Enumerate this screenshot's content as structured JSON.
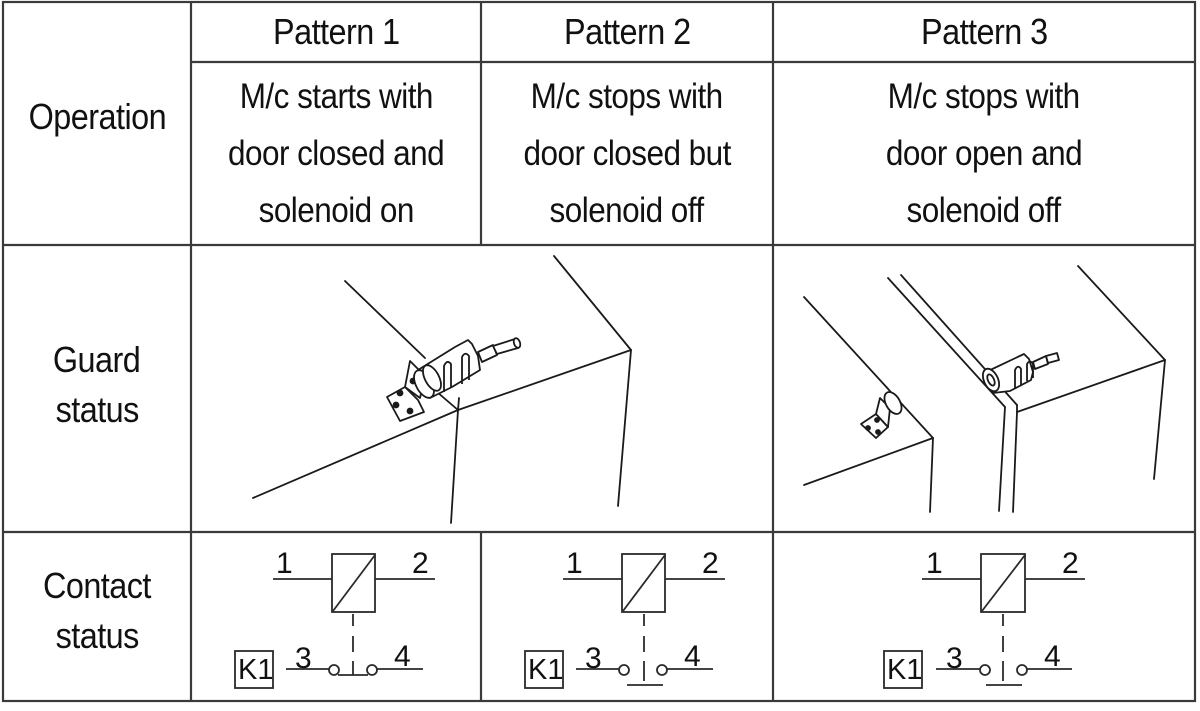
{
  "table": {
    "row_labels": {
      "operation": [
        "Operation"
      ],
      "guard_status": [
        "Guard",
        "status"
      ],
      "contact_status": [
        "Contact",
        "status"
      ]
    },
    "patterns": [
      {
        "header": "Pattern 1",
        "operation": [
          "M/c starts with",
          "door closed and",
          "solenoid on"
        ],
        "guard": "door closed, solenoid lock engaged",
        "contact": {
          "coil_pins": [
            "1",
            "2"
          ],
          "contact_pins": [
            "3",
            "4"
          ],
          "relay": "K1",
          "contact_state": "closed"
        }
      },
      {
        "header": "Pattern 2",
        "operation": [
          "M/c stops with",
          "door closed but",
          "solenoid off"
        ],
        "guard": "door closed, solenoid lock released",
        "contact": {
          "coil_pins": [
            "1",
            "2"
          ],
          "contact_pins": [
            "3",
            "4"
          ],
          "relay": "K1",
          "contact_state": "open"
        }
      },
      {
        "header": "Pattern 3",
        "operation": [
          "M/c stops with",
          "door open and",
          "solenoid off"
        ],
        "guard": "door open, solenoid lock released",
        "contact": {
          "coil_pins": [
            "1",
            "2"
          ],
          "contact_pins": [
            "3",
            "4"
          ],
          "relay": "K1",
          "contact_state": "open"
        }
      }
    ]
  },
  "colors": {
    "line": "#2a2a2a",
    "text": "#111111",
    "background": "#ffffff"
  }
}
